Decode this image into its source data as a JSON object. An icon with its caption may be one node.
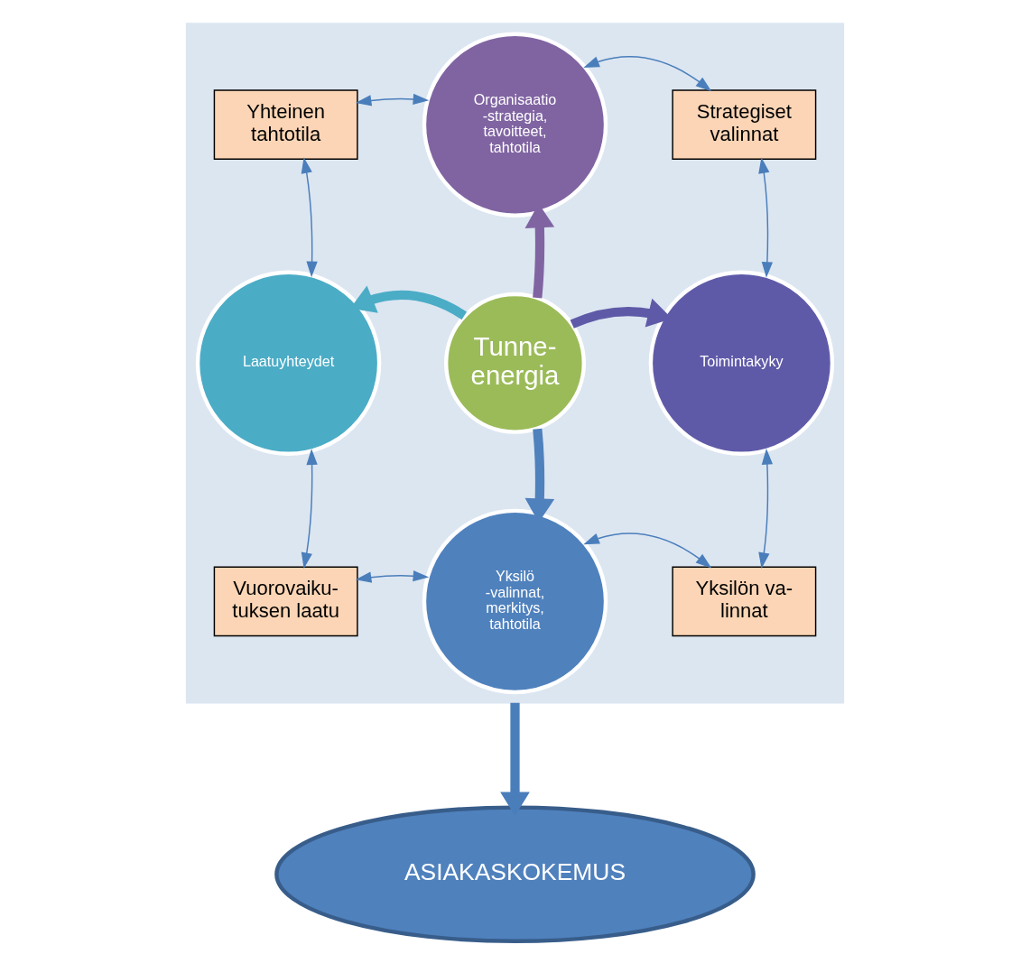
{
  "diagram": {
    "nodes": [
      {
        "text": [],
        "shape": "box"
      },
      {
        "text": [
          "Organisaatio",
          "-strategia, tavoitteet, tahtotila"
        ],
        "in": 0
      },
      {
        "text": [
          "Yhteinen tahtotila"
        ],
        "in": 0
      },
      {
        "text": [
          "Strategiset valinnat"
        ],
        "in": 0
      },
      {
        "text": [
          "Laatuyhteydet"
        ],
        "in": 0
      },
      {
        "text": [
          "Tunne- energia"
        ],
        "in": 0
      },
      {
        "text": [
          "Toimintakyky"
        ],
        "in": 0
      },
      {
        "text": [
          "Vuorovaiku- tuksen laatu"
        ],
        "in": 0
      },
      {
        "text": [
          "Yksilön va- linnat"
        ],
        "in": 0
      },
      {
        "text": [
          "Yksilö",
          "-valinnat, merkitys, tahtotila"
        ],
        "in": 0
      },
      {
        "text": [
          "ASIAKASKOKEMUS"
        ]
      }
    ],
    "edges": [
      {
        "from": 1,
        "to": 2,
        "arrow": "both"
      },
      {
        "from": 1,
        "to": 3,
        "arrow": "both"
      },
      {
        "from": 2,
        "to": 4,
        "arrow": "both"
      },
      {
        "from": 3,
        "to": 6,
        "arrow": "both"
      },
      {
        "from": 4,
        "to": 7,
        "arrow": "both"
      },
      {
        "from": 6,
        "to": 8,
        "arrow": "both"
      },
      {
        "from": 7,
        "to": 9,
        "arrow": "both"
      },
      {
        "from": 9,
        "to": 8,
        "arrow": "both"
      },
      {
        "from": 5,
        "to": 1,
        "arrow": "to",
        "style": "thick",
        "color": "#8064a2"
      },
      {
        "from": 5,
        "to": 4,
        "arrow": "to",
        "style": "thick",
        "color": "#4bacc6"
      },
      {
        "from": 5,
        "to": 6,
        "arrow": "to",
        "style": "thick",
        "color": "#5f5aa8"
      },
      {
        "from": 5,
        "to": 9,
        "arrow": "to",
        "style": "thick",
        "color": "#4f81bd"
      },
      {
        "from": 0,
        "to": 10,
        "arrow": "to",
        "style": "thick"
      }
    ]
  }
}
